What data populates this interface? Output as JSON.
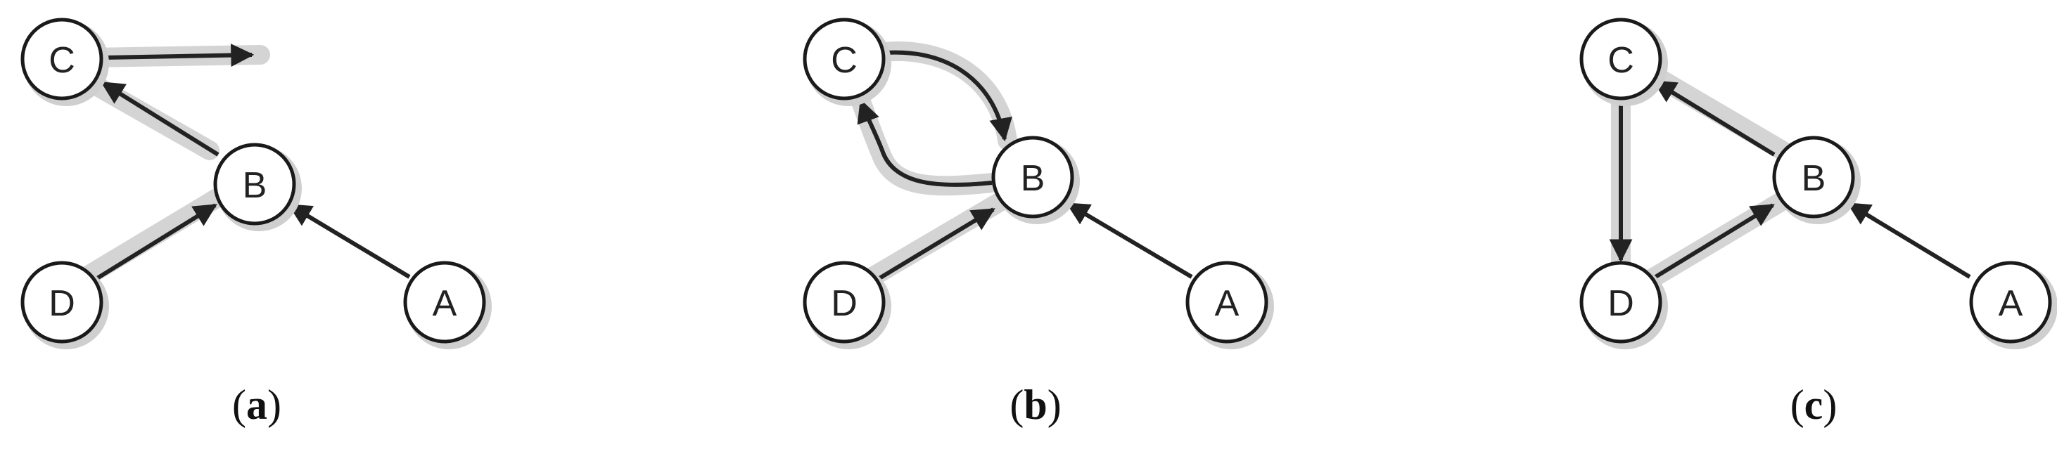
{
  "panels": [
    {
      "id": "a",
      "label_open": "(",
      "label_letter": "a",
      "label_close": ")",
      "nodes": [
        {
          "id": "C",
          "label": "C"
        },
        {
          "id": "B",
          "label": "B"
        },
        {
          "id": "D",
          "label": "D"
        },
        {
          "id": "A",
          "label": "A"
        }
      ],
      "edges": [
        {
          "from": "C",
          "to": "out",
          "highlighted": true
        },
        {
          "from": "B",
          "to": "C",
          "highlighted": true
        },
        {
          "from": "D",
          "to": "B",
          "highlighted": true
        },
        {
          "from": "A",
          "to": "B",
          "highlighted": false
        }
      ]
    },
    {
      "id": "b",
      "label_open": "(",
      "label_letter": "b",
      "label_close": ")",
      "nodes": [
        {
          "id": "C",
          "label": "C"
        },
        {
          "id": "B",
          "label": "B"
        },
        {
          "id": "D",
          "label": "D"
        },
        {
          "id": "A",
          "label": "A"
        }
      ],
      "edges": [
        {
          "from": "C",
          "to": "B",
          "highlighted": true
        },
        {
          "from": "B",
          "to": "C",
          "highlighted": true
        },
        {
          "from": "D",
          "to": "B",
          "highlighted": true
        },
        {
          "from": "A",
          "to": "B",
          "highlighted": false
        }
      ]
    },
    {
      "id": "c",
      "label_open": "(",
      "label_letter": "c",
      "label_close": ")",
      "nodes": [
        {
          "id": "C",
          "label": "C"
        },
        {
          "id": "B",
          "label": "B"
        },
        {
          "id": "D",
          "label": "D"
        },
        {
          "id": "A",
          "label": "A"
        }
      ],
      "edges": [
        {
          "from": "C",
          "to": "D",
          "highlighted": true
        },
        {
          "from": "D",
          "to": "B",
          "highlighted": true
        },
        {
          "from": "B",
          "to": "C",
          "highlighted": true
        },
        {
          "from": "A",
          "to": "B",
          "highlighted": false
        }
      ]
    }
  ]
}
